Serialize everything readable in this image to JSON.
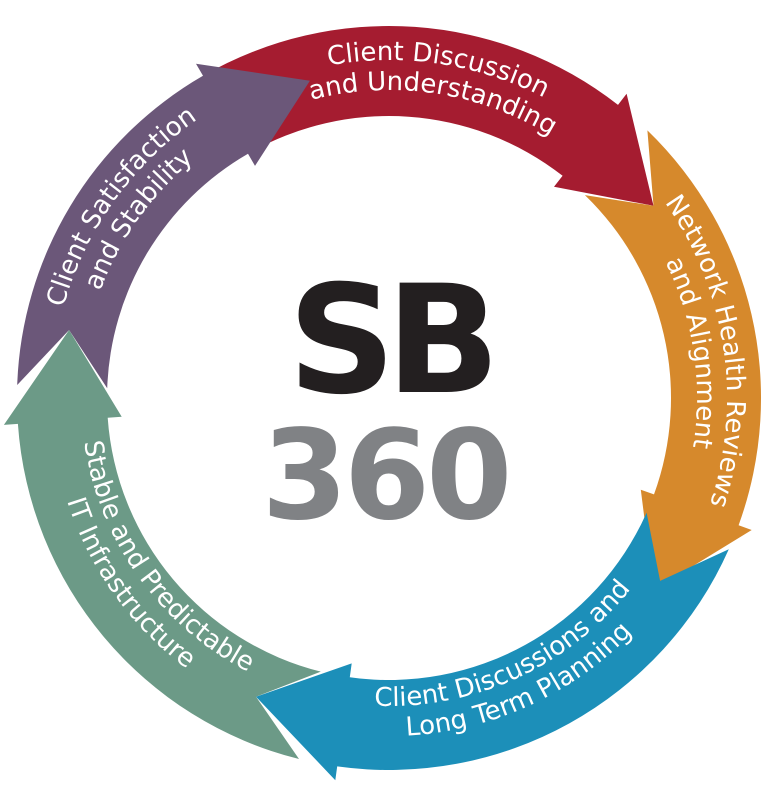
{
  "logo": {
    "line1": "SB",
    "line2": "360",
    "line1_color": "#231f20",
    "line2_color": "#808285"
  },
  "cycle": {
    "segments": [
      {
        "key": "discussion",
        "line1": "Client Discussion",
        "line2": "and Understanding",
        "color": "#a51c30",
        "icon": "arrow-segment"
      },
      {
        "key": "network",
        "line1": "Network Health Reviews",
        "line2": "and Alignment",
        "color": "#d6892c",
        "icon": "arrow-segment"
      },
      {
        "key": "planning",
        "line1": "Client Discussions and",
        "line2": "Long Term Planning",
        "color": "#1c8fb9",
        "icon": "arrow-segment"
      },
      {
        "key": "infra",
        "line1": "Stable and Predictable",
        "line2": "IT Infrastructure",
        "color": "#6c9a87",
        "icon": "arrow-segment"
      },
      {
        "key": "satisfaction",
        "line1": "Client Satisfaction",
        "line2": "and Stability",
        "color": "#6b5779",
        "icon": "arrow-segment"
      }
    ]
  }
}
